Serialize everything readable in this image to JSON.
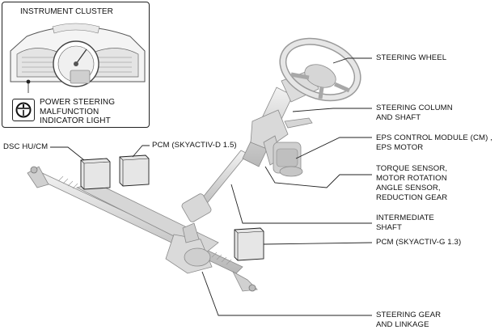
{
  "inset": {
    "title": "INSTRUMENT CLUSTER",
    "warning_label": "POWER STEERING\nMALFUNCTION\nINDICATOR LIGHT",
    "warning_icon": "steering-wheel-warning-icon"
  },
  "labels": {
    "steering_wheel": "STEERING WHEEL",
    "steering_column": "STEERING COLUMN\nAND SHAFT",
    "eps": "EPS CONTROL MODULE (CM) ,\nEPS MOTOR",
    "torque": "TORQUE SENSOR,\nMOTOR ROTATION\nANGLE SENSOR,\nREDUCTION GEAR",
    "intermediate": "INTERMEDIATE\nSHAFT",
    "pcm_g": "PCM (SKYACTIV-G 1.3)",
    "steering_gear": "STEERING GEAR\nAND LINKAGE",
    "dsc": "DSC HU/CM",
    "pcm_d": "PCM (SKYACTIV-D 1.5)"
  },
  "colors": {
    "part_fill": "#e2e2e2",
    "part_stroke": "#8a8a8a",
    "line": "#222222"
  }
}
